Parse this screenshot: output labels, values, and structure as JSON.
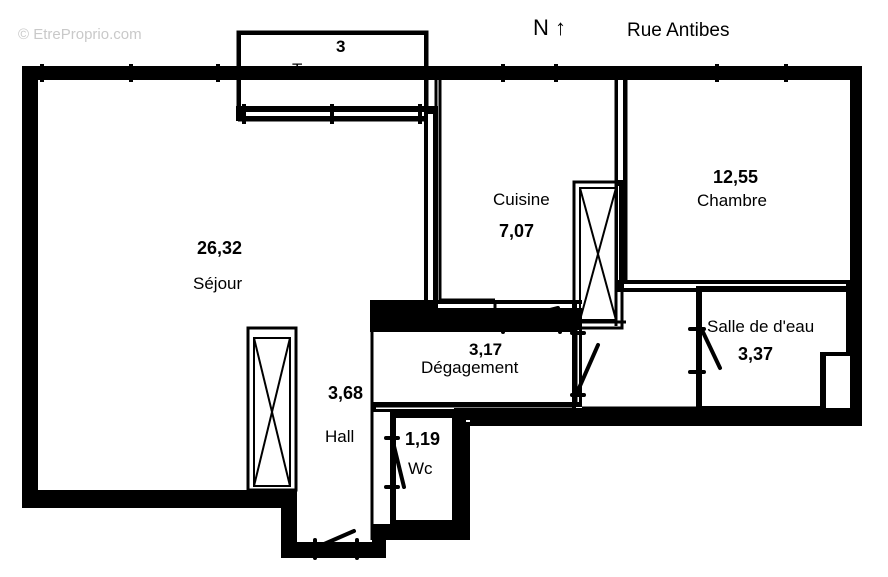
{
  "watermark": "© EtreProprio.com",
  "header": {
    "north": "N ↑",
    "street": "Rue Antibes"
  },
  "rooms": {
    "terrasse": {
      "area": "3",
      "name": "Terrasse"
    },
    "sejour": {
      "area": "26,32",
      "name": "Séjour"
    },
    "cuisine": {
      "area": "7,07",
      "name": "Cuisine"
    },
    "chambre": {
      "area": "12,55",
      "name": "Chambre"
    },
    "degagement": {
      "area": "3,17",
      "name": "Dégagement"
    },
    "hall": {
      "area": "3,68",
      "name": "Hall"
    },
    "wc": {
      "area": "1,19",
      "name": "Wc"
    },
    "salle_de_deau": {
      "area": "3,37",
      "name": "Salle de d'eau"
    }
  },
  "colors": {
    "wall": "#000000",
    "background": "#ffffff",
    "watermark": "#c9c9c9"
  }
}
